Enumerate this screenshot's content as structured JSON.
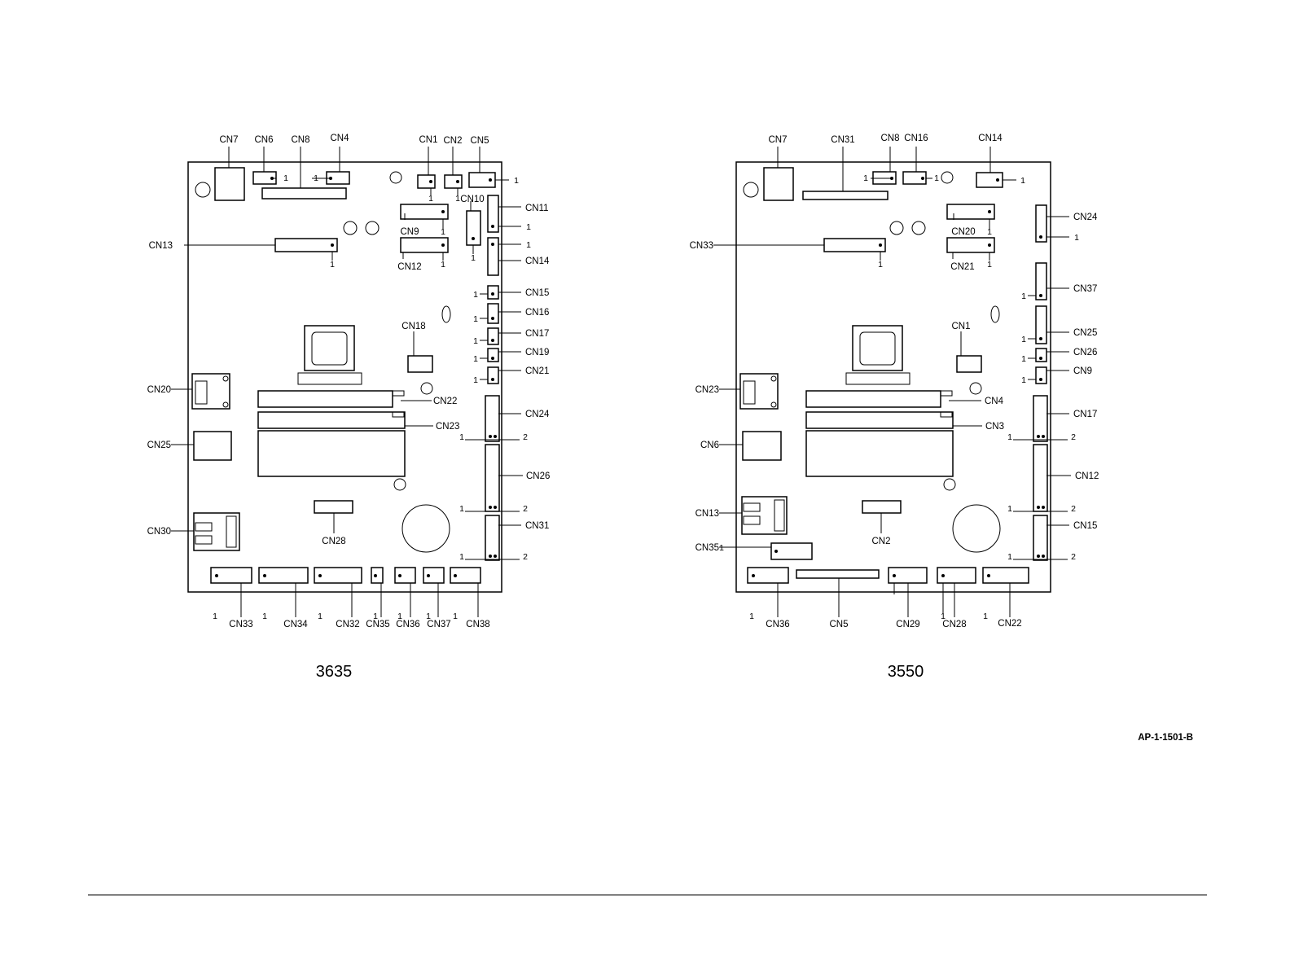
{
  "boards": [
    {
      "caption": "3635",
      "connectors": [
        "CN7",
        "CN6",
        "CN8",
        "CN4",
        "CN1",
        "CN2",
        "CN5",
        "CN10",
        "CN11",
        "CN9",
        "CN13",
        "CN12",
        "CN14",
        "CN15",
        "CN16",
        "CN18",
        "CN17",
        "CN19",
        "CN21",
        "CN20",
        "CN22",
        "CN24",
        "CN23",
        "CN25",
        "CN26",
        "CN30",
        "CN31",
        "CN28",
        "CN33",
        "CN34",
        "CN32",
        "CN35",
        "CN36",
        "CN37",
        "CN38"
      ]
    },
    {
      "caption": "3550",
      "connectors": [
        "CN7",
        "CN31",
        "CN8",
        "CN16",
        "CN14",
        "CN24",
        "CN20",
        "CN33",
        "CN21",
        "CN37",
        "CN25",
        "CN1",
        "CN26",
        "CN9",
        "CN23",
        "CN4",
        "CN17",
        "CN3",
        "CN6",
        "CN12",
        "CN13",
        "CN15",
        "CN2",
        "CN35",
        "CN36",
        "CN5",
        "CN29",
        "CN28",
        "CN22"
      ]
    }
  ],
  "pin_marks": {
    "one": "1",
    "two": "2"
  },
  "figure_id": "AP-1-1501-B"
}
